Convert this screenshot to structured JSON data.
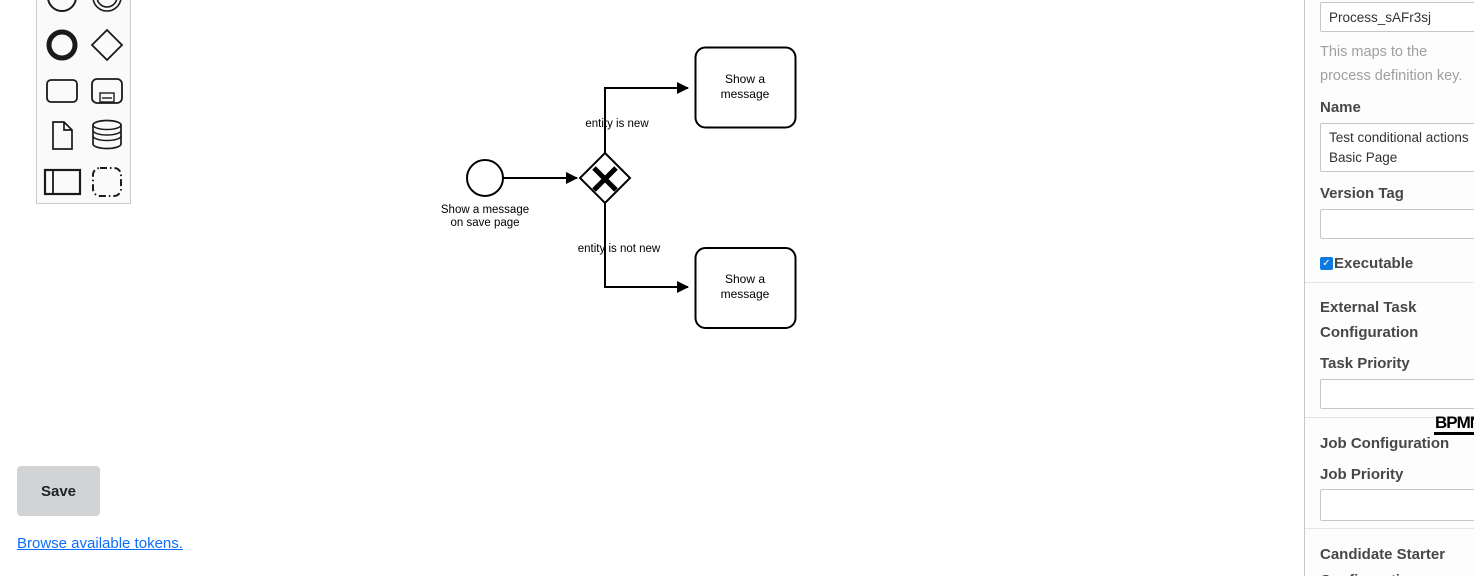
{
  "colors": {
    "checkbox_accent": "#0d7ae0",
    "link_blue": "#0d6efd",
    "save_button_bg": "#d2d3d5",
    "panel_divider": "#e4e4e4",
    "diagram_stroke": "#000000"
  },
  "palette": {
    "items": [
      {
        "icon": "start-event-icon"
      },
      {
        "icon": "intermediate-event-icon"
      },
      {
        "icon": "end-event-icon"
      },
      {
        "icon": "gateway-icon"
      },
      {
        "icon": "task-icon"
      },
      {
        "icon": "subprocess-icon"
      },
      {
        "icon": "data-object-icon"
      },
      {
        "icon": "data-store-icon"
      },
      {
        "icon": "participant-icon"
      },
      {
        "icon": "group-icon"
      }
    ]
  },
  "diagram": {
    "start_event": {
      "label_line1": "Show a message",
      "label_line2": "on save page"
    },
    "gateway": {
      "type": "exclusive-gateway"
    },
    "flow_top": {
      "label": "entity is new"
    },
    "flow_bottom": {
      "label": "entity is not new"
    },
    "task_top": {
      "label_line1": "Show a",
      "label_line2": "message"
    },
    "task_bottom": {
      "label_line1": "Show a",
      "label_line2": "message"
    }
  },
  "watermark": {
    "text": "BPMN"
  },
  "footer": {
    "save_label": "Save",
    "tokens_link": "Browse available tokens."
  },
  "panel": {
    "process_id": "Process_sAFr3sj",
    "help_line1": "This maps to the",
    "help_line2": "process definition key.",
    "name_label": "Name",
    "name_line1": "Test conditional actions",
    "name_line2": "Basic Page",
    "version_label": "Version Tag",
    "version_value": "",
    "executable_label": "Executable",
    "executable_checked": true,
    "external_heading_line1": "External Task",
    "external_heading_line2": "Configuration",
    "task_priority_label": "Task Priority",
    "task_priority_value": "",
    "job_heading": "Job Configuration",
    "job_priority_label": "Job Priority",
    "job_priority_value": "",
    "candidate_heading_line1": "Candidate Starter",
    "candidate_heading_line2": "Configuration"
  }
}
